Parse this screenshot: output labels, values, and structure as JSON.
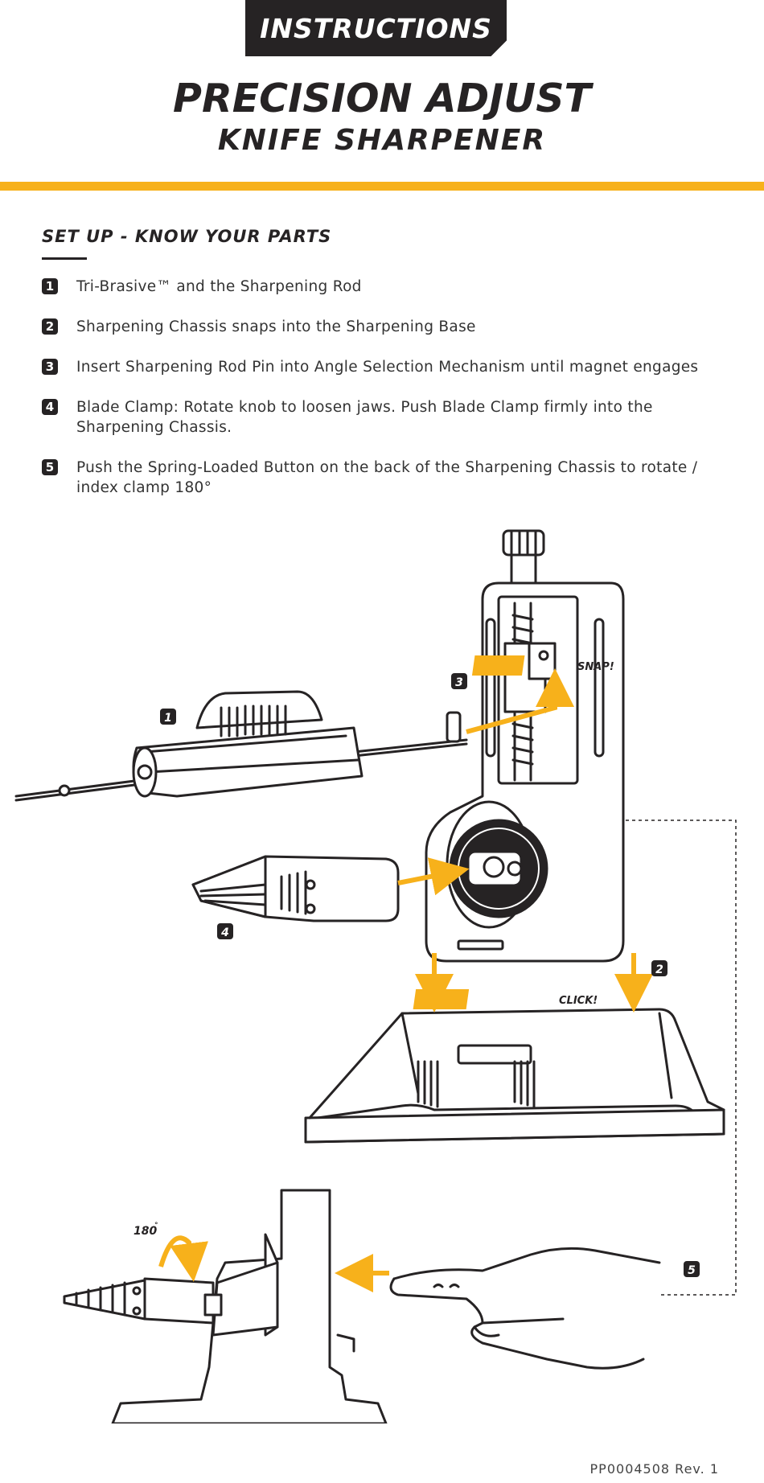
{
  "header": {
    "tab_label": "INSTRUCTIONS",
    "title": "PRECISION ADJUST",
    "subtitle": "KNIFE SHARPENER"
  },
  "section": {
    "title": "SET UP - KNOW YOUR PARTS"
  },
  "steps": [
    {
      "number": "1",
      "text": "Tri-Brasive™ and the Sharpening Rod"
    },
    {
      "number": "2",
      "text": "Sharpening Chassis snaps into the Sharpening Base"
    },
    {
      "number": "3",
      "text": "Insert Sharpening Rod Pin into Angle Selection Mechanism until magnet engages"
    },
    {
      "number": "4",
      "text": "Blade Clamp: Rotate knob to loosen jaws. Push Blade Clamp firmly into the Sharpening Chassis."
    },
    {
      "number": "5",
      "text": "Push the Spring-Loaded Button on the back of the Sharpening Chassis to rotate / index clamp 180°"
    }
  ],
  "diagram": {
    "callouts": [
      "1",
      "2",
      "3",
      "4",
      "5"
    ],
    "snap_label": "SNAP!",
    "click_label": "CLICK!",
    "rotation_label": "180",
    "rotation_unit": "°",
    "accent_color": "#f7b11b",
    "ink_color": "#262324"
  },
  "footer": {
    "code": "PP0004508   Rev. 1"
  }
}
